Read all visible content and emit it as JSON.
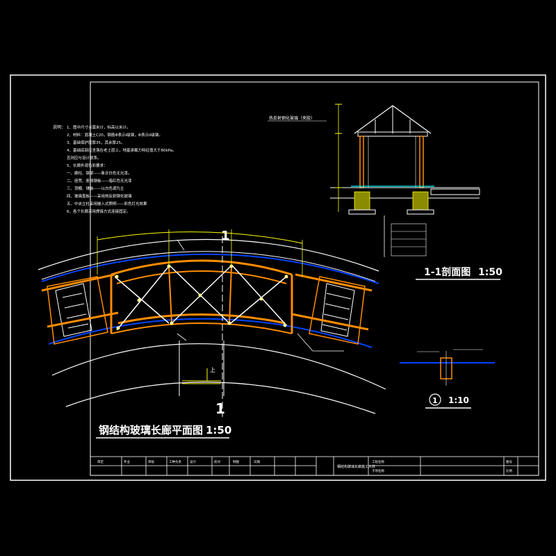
{
  "plan": {
    "title": "钢结构玻璃长廊平面图",
    "scale": "1:50",
    "section_mark_top": "1",
    "section_mark_bottom": "1",
    "up_label": "上"
  },
  "section": {
    "title": "1-1剖面图",
    "scale": "1:50",
    "note": "热反射钢化玻璃（夹胶）"
  },
  "detail": {
    "number": "1",
    "scale": "1:10"
  },
  "notes": {
    "heading": "说明：",
    "lines": [
      "1、图中尺寸以毫米计，标高以米计。",
      "2、材料：混凝土C20，钢筋Φ表示I级钢，Φ表示II级钢。",
      "3、基础保护层厚35，其余厚25。",
      "4、基础底部应坐落在老土层上，地基承载力特征值大于80kPa。",
      "   否则应与设计联系。",
      "5、长廊外观色彩要求：",
      "   一、廊柱、钢梁——象牙白色无光漆。",
      "   二、座凳、座椅钢板——暗红色无光漆",
      "   三、顶棚、铺装——以白色调为主",
      "   四、玻璃盖板——采用热反射钢化玻璃",
      "   五、中央立柱采用嵌入式照明——彩色灯光效果",
      "6、各个长廊采用焊接方式连接固定。"
    ]
  },
  "title_block": {
    "project_title": "钢结构玻璃长廊施工大样",
    "row1": [
      "审定",
      "专业",
      "审核",
      "工种负责",
      "设计",
      "校对",
      "制图",
      "日期"
    ],
    "right_labels": [
      "工程名称",
      "子项名称",
      "图号",
      "比例"
    ]
  },
  "colors": {
    "background": "#000000",
    "frame": "#ffffff",
    "steel": "#ff8c00",
    "highlight": "#ffff00",
    "blue": "#0044ff",
    "cyan": "#00ffff"
  }
}
